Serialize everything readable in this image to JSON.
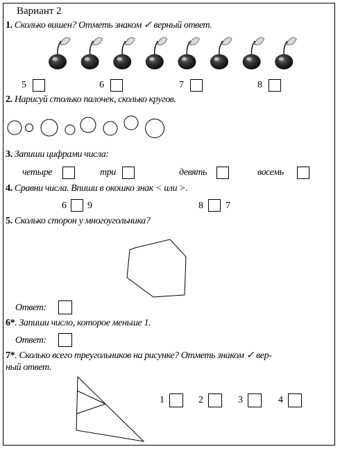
{
  "title": "Вариант 2",
  "q1": {
    "num": "1.",
    "text": "Сколько вишен? Отметь знаком ✓ верный ответ.",
    "cherry_count": 8,
    "options": [
      "5",
      "6",
      "7",
      "8"
    ]
  },
  "q2": {
    "num": "2.",
    "text": "Нарисуй столько палочек, сколько кругов.",
    "circle_count": 8
  },
  "q3": {
    "num": "3.",
    "text": "Запиши цифрами числа:",
    "words": [
      "четыре",
      "три",
      "девять",
      "восемь"
    ]
  },
  "q4": {
    "num": "4.",
    "text": "Сравни числа. Впиши в окошко знак < или >.",
    "pairs": [
      {
        "left": "6",
        "right": "9"
      },
      {
        "left": "8",
        "right": "7"
      }
    ]
  },
  "q5": {
    "num": "5.",
    "text": "Сколько сторон у многоугольника?",
    "answer_label": "Ответ:"
  },
  "q6": {
    "num": "6*",
    "text": ". Запиши число, которое меньше 1.",
    "answer_label": "Ответ:"
  },
  "q7": {
    "num": "7*",
    "text_line1": ". Сколько всего треугольников на рисунке? Отметь знаком ✓ вер-",
    "text_line2": "ный ответ.",
    "options": [
      "1",
      "2",
      "3",
      "4"
    ]
  }
}
